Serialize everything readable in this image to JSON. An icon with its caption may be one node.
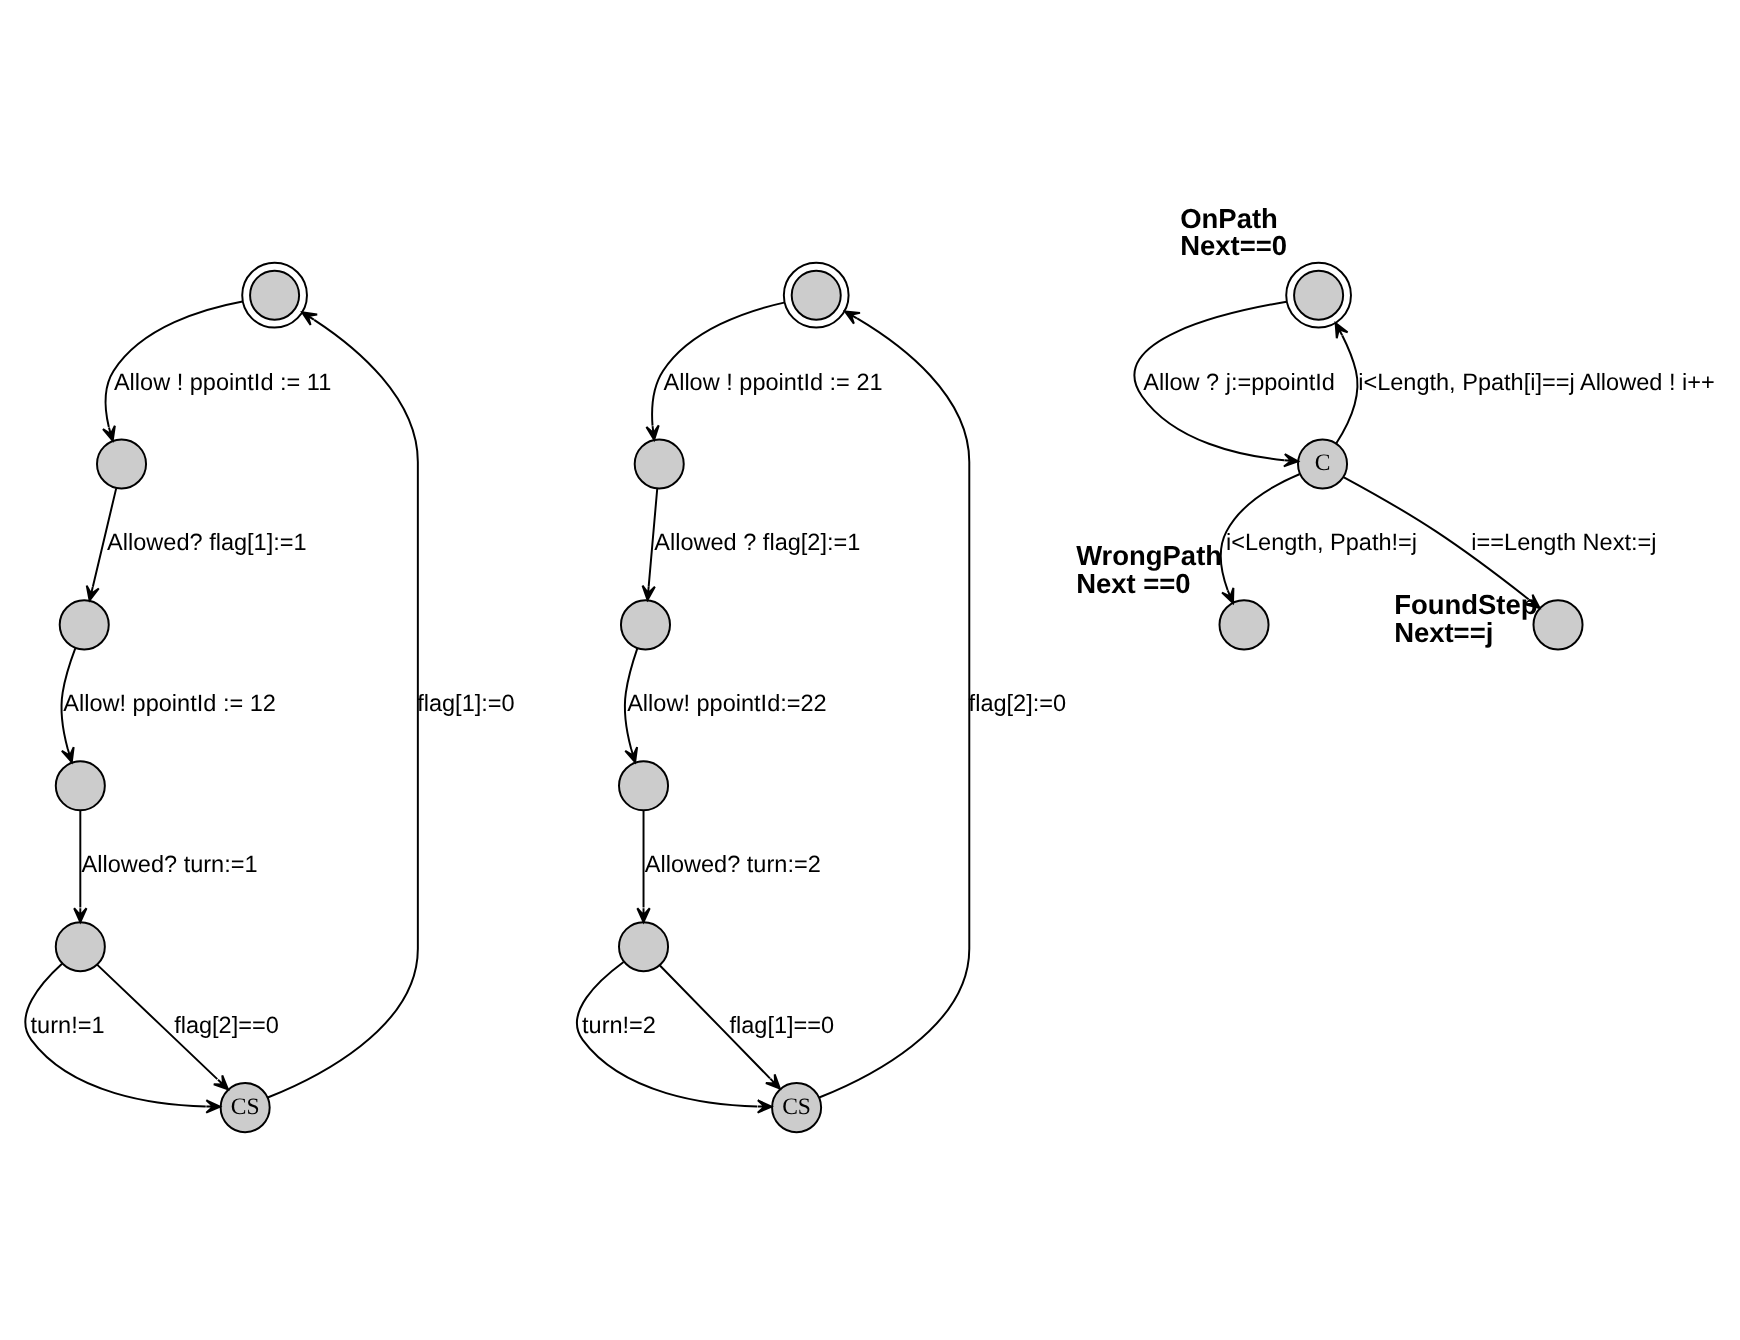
{
  "diagram": {
    "nodes": [
      {
        "text": [],
        "shape": "circle"
      },
      {
        "text": [],
        "shape": "circle"
      },
      {
        "text": [],
        "shape": "circle"
      },
      {
        "text": [],
        "shape": "circle"
      },
      {
        "text": [],
        "shape": "circle"
      },
      {
        "text": [
          "CS"
        ]
      },
      {
        "text": [],
        "shape": "circle"
      },
      {
        "text": [],
        "shape": "circle"
      },
      {
        "text": [],
        "shape": "circle"
      },
      {
        "text": [],
        "shape": "circle"
      },
      {
        "text": [],
        "shape": "circle"
      },
      {
        "text": [
          "CS"
        ]
      },
      {
        "text": [],
        "shape": "circle",
        "beside": [
          "OnPath",
          "Next==0"
        ]
      },
      {
        "text": [
          "C"
        ]
      },
      {
        "text": [],
        "shape": "circle",
        "beside": [
          "WrongPath",
          "Next ==0"
        ]
      },
      {
        "text": [],
        "shape": "circle",
        "beside": [
          "FoundStep",
          "Next==j"
        ]
      }
    ],
    "edges": [
      {
        "from": 0,
        "to": 1,
        "arrow": "to",
        "label": "Allow ! ppointId := 11"
      },
      {
        "from": 1,
        "to": 2,
        "arrow": "to",
        "label": "Allowed? flag[1]:=1"
      },
      {
        "from": 2,
        "to": 3,
        "arrow": "to",
        "label": "Allow! ppointId := 12"
      },
      {
        "from": 3,
        "to": 4,
        "arrow": "to",
        "label": "Allowed? turn:=1"
      },
      {
        "from": 4,
        "to": 5,
        "arrow": "to",
        "label": "turn!=1"
      },
      {
        "from": 4,
        "to": 5,
        "arrow": "to",
        "label": "flag[2]==0"
      },
      {
        "from": 5,
        "to": 0,
        "arrow": "to",
        "label": "flag[1]:=0"
      },
      {
        "from": 6,
        "to": 7,
        "arrow": "to",
        "label": "Allow ! ppointId := 21"
      },
      {
        "from": 7,
        "to": 8,
        "arrow": "to",
        "label": "Allowed ? flag[2]:=1"
      },
      {
        "from": 8,
        "to": 9,
        "arrow": "to",
        "label": "Allow! ppointId:=22"
      },
      {
        "from": 9,
        "to": 10,
        "arrow": "to",
        "label": "Allowed? turn:=2"
      },
      {
        "from": 10,
        "to": 11,
        "arrow": "to",
        "label": "turn!=2"
      },
      {
        "from": 10,
        "to": 11,
        "arrow": "to",
        "label": "flag[1]==0"
      },
      {
        "from": 11,
        "to": 6,
        "arrow": "to",
        "label": "flag[2]:=0"
      },
      {
        "from": 12,
        "to": 13,
        "arrow": "to",
        "label": "Allow ? j:=ppointId"
      },
      {
        "from": 13,
        "to": 12,
        "arrow": "to",
        "label": "i<Length, Ppath[i]==j Allowed ! i++"
      },
      {
        "from": 13,
        "to": 14,
        "arrow": "to",
        "label": "i<Length, Ppath!=j"
      },
      {
        "from": 13,
        "to": 15,
        "arrow": "to",
        "label": "i==Length Next:=j"
      }
    ]
  }
}
